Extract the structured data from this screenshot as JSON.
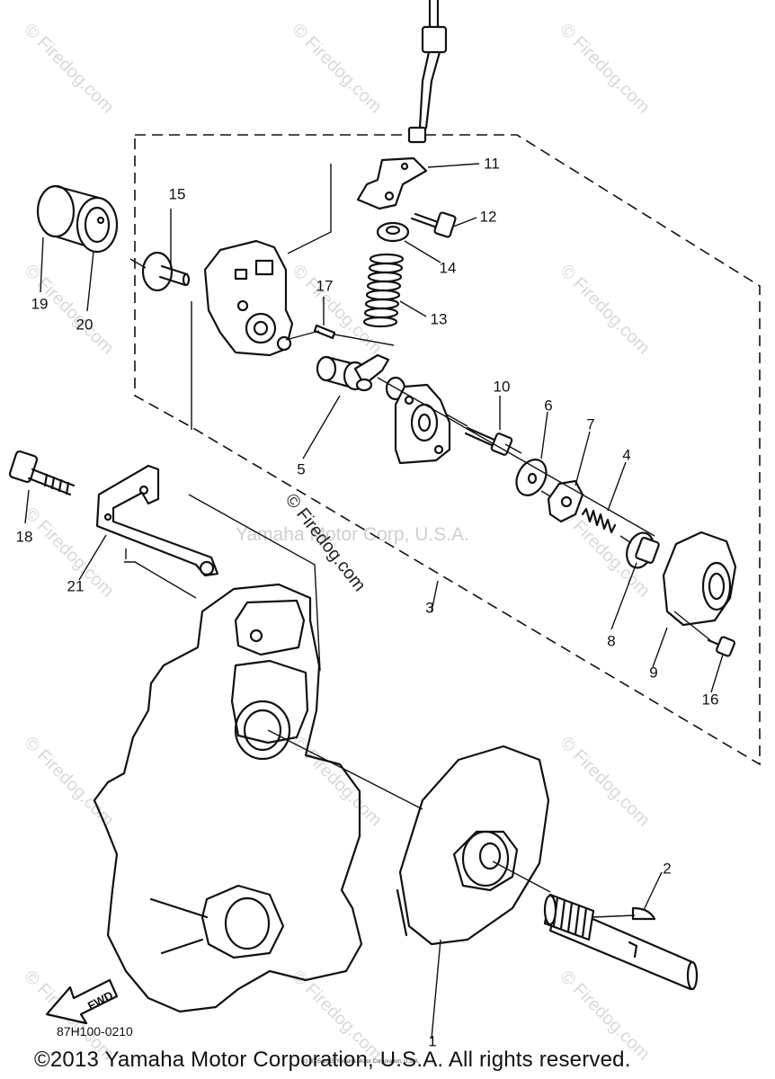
{
  "diagram": {
    "code": "87H100-0210",
    "copyright": "©2013 Yamaha Motor Corporation, U.S.A. All rights reserved.",
    "small_copyright": "(c) 2005-2015 Yamaha Motor Corporation, U.S.A.",
    "fwd_label": "FWD",
    "watermark_text": "© Firedog.com",
    "center_watermark": "Yamaha Motor Corp, U.S.A.",
    "callouts": [
      "1",
      "2",
      "3",
      "4",
      "5",
      "6",
      "7",
      "8",
      "9",
      "10",
      "11",
      "12",
      "13",
      "14",
      "15",
      "16",
      "17",
      "18",
      "19",
      "20",
      "21"
    ]
  }
}
